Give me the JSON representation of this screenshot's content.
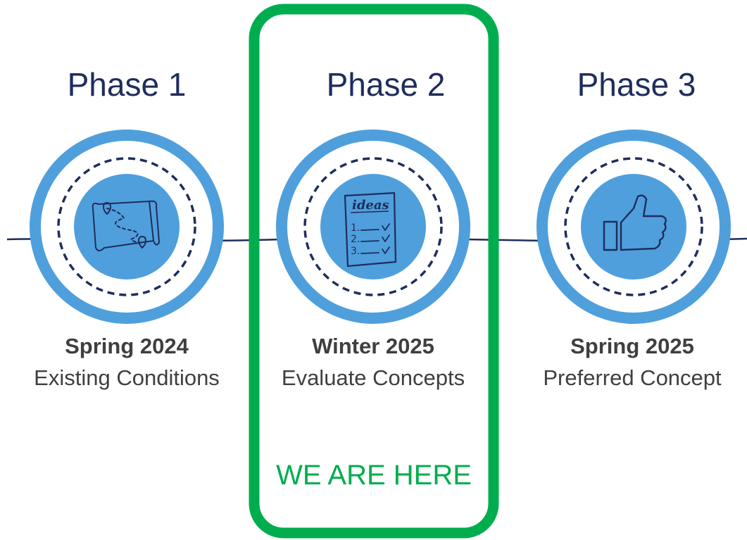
{
  "phases": [
    {
      "title": "Phase 1",
      "date": "Spring 2024",
      "description": "Existing Conditions",
      "icon": "map-scroll-icon"
    },
    {
      "title": "Phase 2",
      "date": "Winter 2025",
      "description": "Evaluate Concepts",
      "icon": "ideas-checklist-icon",
      "icon_text": "ideas",
      "list_items": [
        "1.",
        "2.",
        "3."
      ]
    },
    {
      "title": "Phase 3",
      "date": "Spring 2025",
      "description": "Preferred Concept",
      "icon": "thumbs-up-icon"
    }
  ],
  "current_phase": {
    "index": 1,
    "label": "WE ARE HERE"
  },
  "colors": {
    "outer_ring": "#4f9fdc",
    "dashed_ring": "#1f2d5c",
    "line": "#1f2d5c",
    "title": "#1f2d5c",
    "text": "#3f3f3f",
    "highlight": "#00ad4e"
  }
}
